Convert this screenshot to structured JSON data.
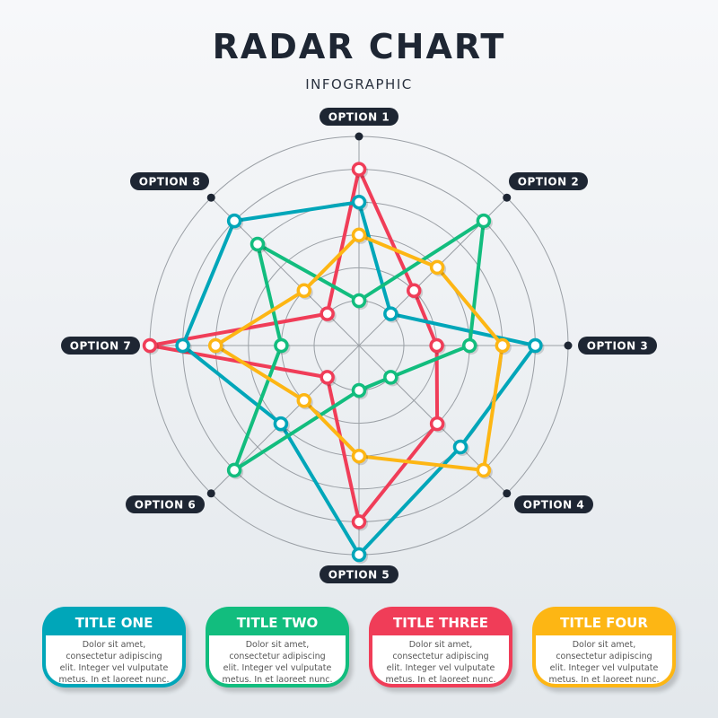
{
  "header": {
    "title": "RADAR CHART",
    "subtitle": "INFOGRAPHIC"
  },
  "chart_data": {
    "type": "radar",
    "categories": [
      "OPTION 1",
      "OPTION 2",
      "OPTION 3",
      "OPTION 4",
      "OPTION 5",
      "OPTION 6",
      "OPTION 7",
      "OPTION 8"
    ],
    "rlim": [
      0,
      6
    ],
    "rings": 6,
    "grid": true,
    "series": [
      {
        "color": "#f03d58",
        "values": [
          5,
          2,
          2,
          3,
          5,
          1,
          6,
          1
        ]
      },
      {
        "color": "#00a6b9",
        "values": [
          4,
          1,
          5,
          4,
          6,
          3,
          5,
          5
        ]
      },
      {
        "color": "#12bd7e",
        "values": [
          1,
          5,
          3,
          1,
          1,
          5,
          2,
          4
        ]
      },
      {
        "color": "#fdb614",
        "values": [
          3,
          3,
          4,
          5,
          3,
          2,
          4,
          2
        ]
      }
    ]
  },
  "cards": [
    {
      "title": "TITLE ONE",
      "text": "Dolor sit amet, consectetur adipiscing elit. Integer vel vulputate metus. In et laoreet nunc.",
      "color": "#00a6b9"
    },
    {
      "title": "TITLE TWO",
      "text": "Dolor sit amet, consectetur adipiscing elit. Integer vel vulputate metus. In et laoreet nunc.",
      "color": "#12bd7e"
    },
    {
      "title": "TITLE THREE",
      "text": "Dolor sit amet, consectetur adipiscing elit. Integer vel vulputate metus. In et laoreet nunc.",
      "color": "#f03d58"
    },
    {
      "title": "TITLE FOUR",
      "text": "Dolor sit amet, consectetur adipiscing elit. Integer vel vulputate metus. In et laoreet nunc.",
      "color": "#fdb614"
    }
  ]
}
